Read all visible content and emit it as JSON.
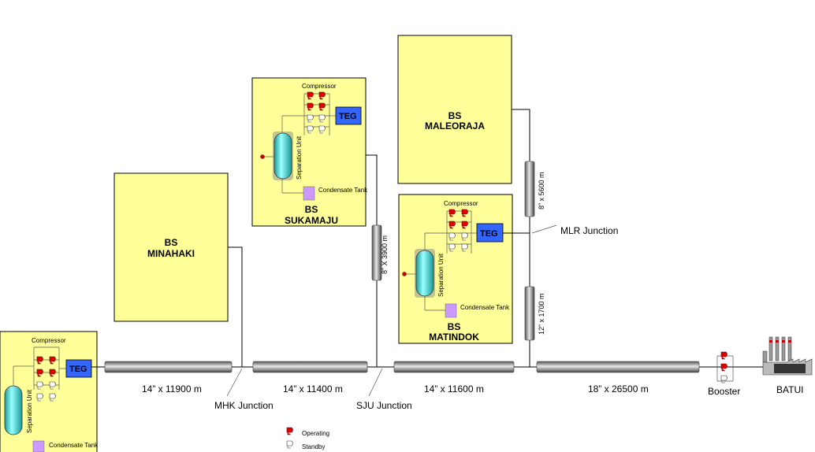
{
  "stations": {
    "batui_plant": {
      "compressor_label": "Compressor",
      "teg_label": "TEG",
      "separation_label": "Separation Unit",
      "condensate_label": "Condensate Tank"
    },
    "minahaki": {
      "line1": "BS",
      "line2": "MINAHAKI"
    },
    "sukamaju": {
      "line1": "BS",
      "line2": "SUKAMAJU",
      "compressor_label": "Compressor",
      "teg_label": "TEG",
      "separation_label": "Separation Unit",
      "condensate_label": "Condensate Tank"
    },
    "maleoraja": {
      "line1": "BS",
      "line2": "MALEORAJA"
    },
    "matindok": {
      "line1": "BS",
      "line2": "MATINDOK",
      "compressor_label": "Compressor",
      "teg_label": "TEG",
      "separation_label": "Separation Unit",
      "condensate_label": "Condensate Tank"
    }
  },
  "pipes": {
    "seg1": "14” x 11900 m",
    "seg2": "14” x 11400 m",
    "seg3": "14” x 11600 m",
    "seg4": "18” x 26500 m",
    "sukamaju_branch": "8” X 3900 m",
    "maleoraja_branch": "8” x 5600 m",
    "matindok_branch": "12” x 1700 m"
  },
  "junctions": {
    "mhk": "MHK Junction",
    "sju": "SJU Junction",
    "mlr": "MLR Junction"
  },
  "booster_label": "Booster",
  "batui_label": "BATUI",
  "legend": {
    "operating": "Operating",
    "standby": "Standby"
  },
  "colors": {
    "station_fill": "#ffff99",
    "teg_fill": "#3366ff",
    "operating_flag": "#e00000",
    "vessel_fill": "#33cccc",
    "condensate_fill": "#cc99ff",
    "pipe_fill": "#808080"
  }
}
